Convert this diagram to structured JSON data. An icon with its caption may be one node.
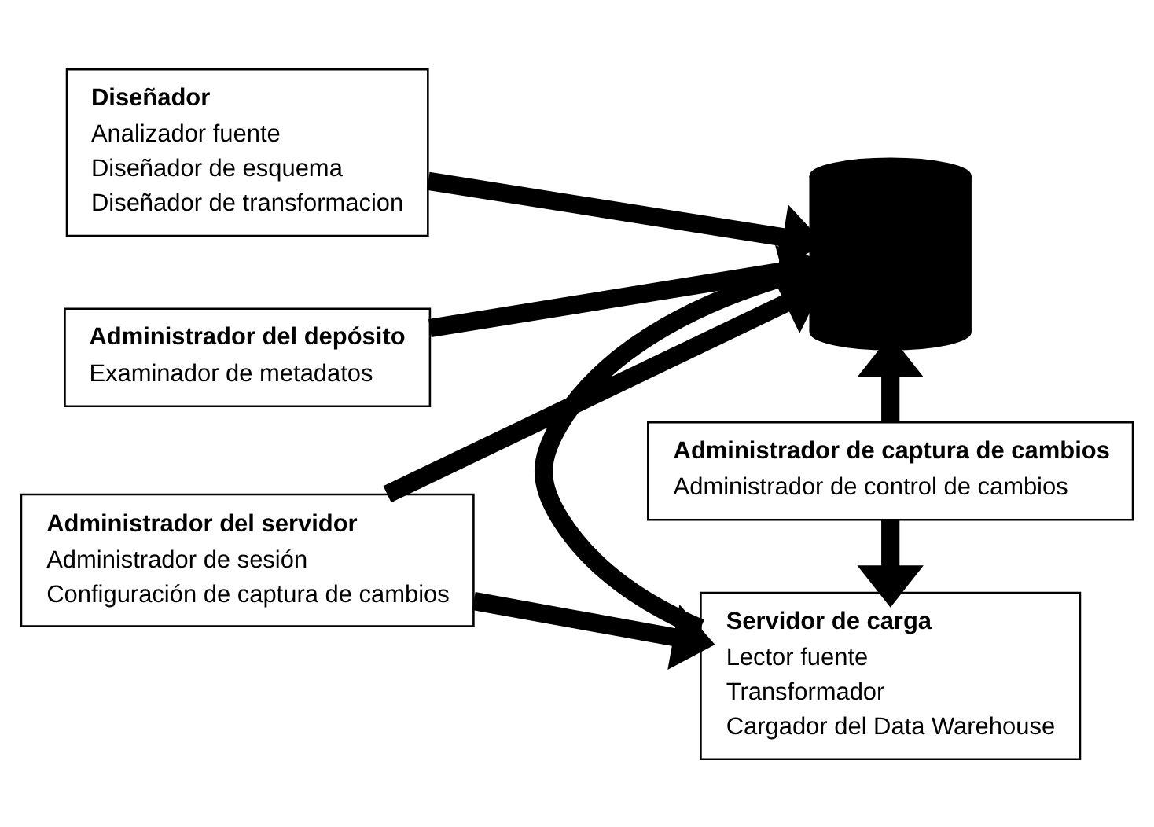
{
  "diagram": {
    "nodes": [
      {
        "text": [
          "Diseñador",
          "Analizador fuente",
          "Diseñador de esquema",
          "Diseñador de transformacion"
        ]
      },
      {
        "text": [
          "Administrador de captura de cambios",
          "Administrador de control de cambios"
        ]
      },
      {
        "text": [],
        "shape": "cylinder"
      },
      {
        "text": [
          "Administrador del depósito",
          "Examinador de metadatos"
        ]
      },
      {
        "text": [
          "Administrador del servidor",
          "Administrador de sesión",
          "Configuración de captura de cambios"
        ]
      },
      {
        "text": [
          "Servidor de carga",
          "Lector fuente",
          "Transformador",
          "Cargador del Data Warehouse"
        ]
      }
    ],
    "edges": [
      {
        "from": 0,
        "to": 2,
        "arrow": "to"
      },
      {
        "from": 1,
        "to": 2,
        "arrow": "to"
      },
      {
        "from": 3,
        "to": 2,
        "arrow": "to"
      },
      {
        "from": 4,
        "to": 2,
        "arrow": "to"
      },
      {
        "from": 4,
        "to": 5,
        "arrow": "to"
      },
      {
        "from": 1,
        "to": 5,
        "arrow": "to"
      },
      {
        "from": 5,
        "to": 2,
        "arrow": "to"
      }
    ]
  }
}
